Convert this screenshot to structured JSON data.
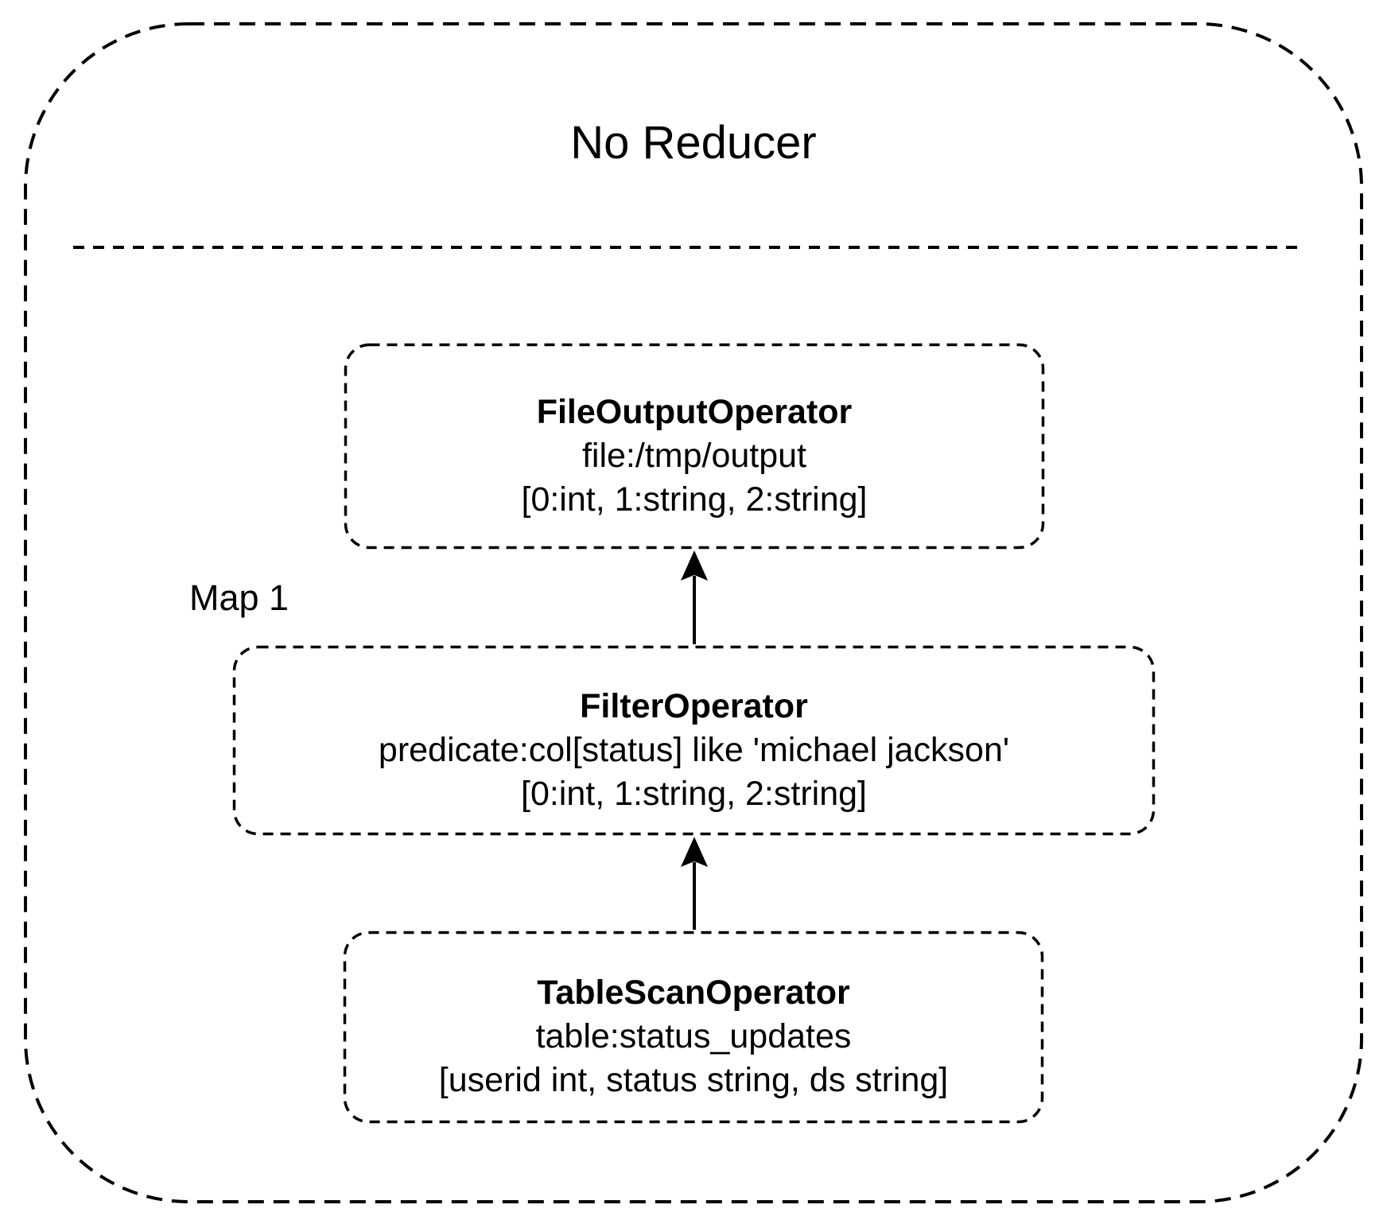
{
  "diagram": {
    "stage_label": "No Reducer",
    "map_label": "Map 1",
    "nodes": [
      {
        "title": "FileOutputOperator",
        "detail": "file:/tmp/output",
        "schema": "[0:int, 1:string, 2:string]"
      },
      {
        "title": "FilterOperator",
        "detail": "predicate:col[status] like 'michael jackson'",
        "schema": "[0:int, 1:string, 2:string]"
      },
      {
        "title": "TableScanOperator",
        "detail": "table:status_updates",
        "schema": "[userid int, status string, ds string]"
      }
    ],
    "edges": [
      {
        "from": "TableScanOperator",
        "to": "FilterOperator"
      },
      {
        "from": "FilterOperator",
        "to": "FileOutputOperator"
      }
    ],
    "colors": {
      "ink": "#000000",
      "background": "#ffffff"
    }
  }
}
